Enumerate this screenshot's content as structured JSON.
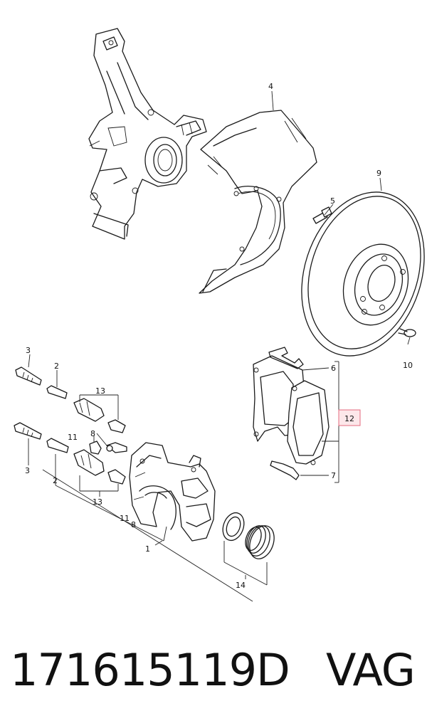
{
  "callouts": {
    "c1": "1",
    "c2": "2",
    "c3": "3",
    "c4": "4",
    "c5": "5",
    "c6": "6",
    "c7": "7",
    "c8": "8",
    "c9": "9",
    "c10": "10",
    "c11": "11",
    "c12": "12",
    "c13": "13",
    "c14": "14"
  },
  "highlight_color": "#e36b7f",
  "caption": {
    "part_number": "171615119D",
    "brand": "VAG"
  }
}
